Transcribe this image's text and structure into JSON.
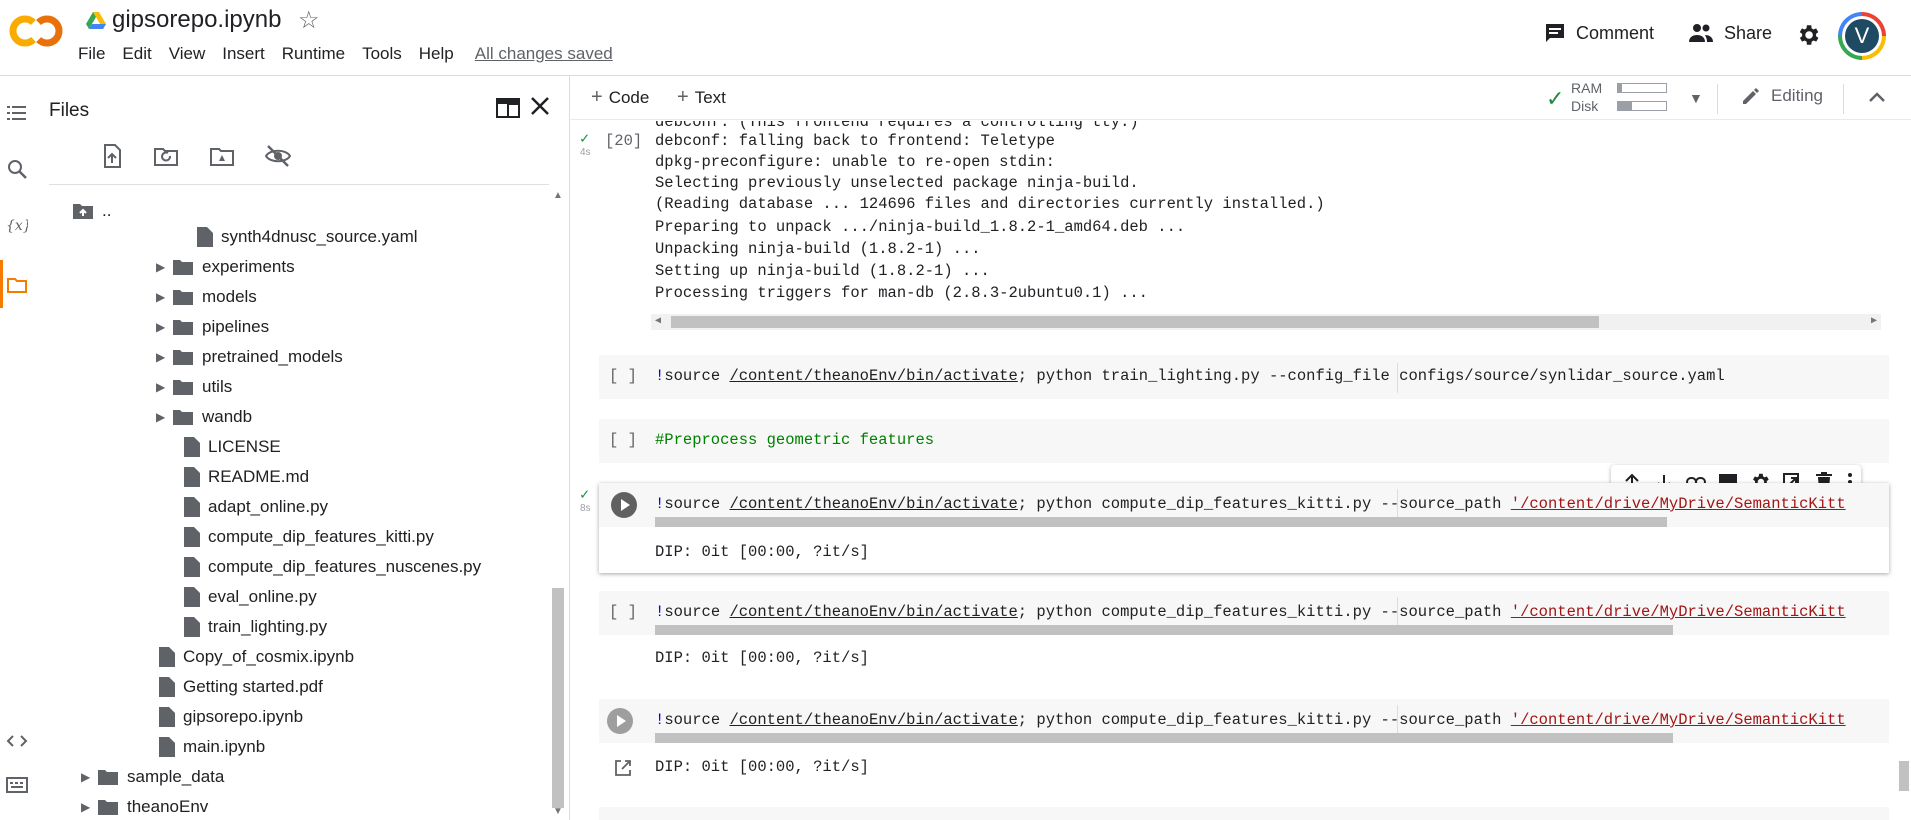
{
  "header": {
    "logo_text": "CO",
    "title": "gipsorepo.ipynb",
    "menu": [
      "File",
      "Edit",
      "View",
      "Insert",
      "Runtime",
      "Tools",
      "Help"
    ],
    "saved_status": "All changes saved",
    "comment_label": "Comment",
    "share_label": "Share",
    "avatar_letter": "V"
  },
  "files_panel": {
    "title": "Files",
    "parent_label": "..",
    "items": [
      {
        "name": "synth4dnusc_source.yaml",
        "type": "file",
        "depth": 3
      },
      {
        "name": "experiments",
        "type": "folder",
        "depth": 2
      },
      {
        "name": "models",
        "type": "folder",
        "depth": 2
      },
      {
        "name": "pipelines",
        "type": "folder",
        "depth": 2
      },
      {
        "name": "pretrained_models",
        "type": "folder",
        "depth": 2
      },
      {
        "name": "utils",
        "type": "folder",
        "depth": 2
      },
      {
        "name": "wandb",
        "type": "folder",
        "depth": 2
      },
      {
        "name": "LICENSE",
        "type": "file",
        "depth": 2
      },
      {
        "name": "README.md",
        "type": "file",
        "depth": 2
      },
      {
        "name": "adapt_online.py",
        "type": "file",
        "depth": 2
      },
      {
        "name": "compute_dip_features_kitti.py",
        "type": "file",
        "depth": 2
      },
      {
        "name": "compute_dip_features_nuscenes.py",
        "type": "file",
        "depth": 2
      },
      {
        "name": "eval_online.py",
        "type": "file",
        "depth": 2
      },
      {
        "name": "train_lighting.py",
        "type": "file",
        "depth": 2
      },
      {
        "name": "Copy_of_cosmix.ipynb",
        "type": "file",
        "depth": 1
      },
      {
        "name": "Getting started.pdf",
        "type": "file",
        "depth": 1
      },
      {
        "name": "gipsorepo.ipynb",
        "type": "file",
        "depth": 1
      },
      {
        "name": "main.ipynb",
        "type": "file",
        "depth": 1
      },
      {
        "name": "sample_data",
        "type": "folder",
        "depth": 0
      },
      {
        "name": "theanoEnv",
        "type": "folder",
        "depth": 0
      }
    ]
  },
  "toolbar": {
    "code_label": "Code",
    "text_label": "Text",
    "ram_label": "RAM",
    "disk_label": "Disk",
    "ram_usage": 0.08,
    "disk_usage": 0.3,
    "editing_label": "Editing"
  },
  "cells": {
    "output_cell": {
      "exec_count": "[20]",
      "duration": "4s",
      "lines": [
        "debconf: (This frontend requires a controlling tty.)",
        "debconf: falling back to frontend: Teletype",
        "dpkg-preconfigure: unable to re-open stdin:",
        "Selecting previously unselected package ninja-build.",
        "(Reading database ... 124696 files and directories currently installed.)",
        "Preparing to unpack .../ninja-build_1.8.2-1_amd64.deb ...",
        "Unpacking ninja-build (1.8.2-1) ...",
        "Setting up ninja-build (1.8.2-1) ...",
        "Processing triggers for man-db (2.8.3-2ubuntu0.1) ..."
      ]
    },
    "train_cell": {
      "exec_count": "[ ]",
      "excl": "!",
      "cmd": "source ",
      "path": "/content/theanoEnv/bin/activate",
      "rest": "; python train_lighting.py --config_file configs/source/synlidar_source.yaml"
    },
    "comment_cell": {
      "exec_count": "[ ]",
      "text": "#Preprocess geometric features"
    },
    "dip_cell_1": {
      "duration": "8s",
      "excl": "!",
      "cmd": "source ",
      "path": "/content/theanoEnv/bin/activate",
      "rest": "; python compute_dip_features_kitti.py --source_path ",
      "str": "'/content/drive/MyDrive/SemanticKitt",
      "output": "DIP: 0it [00:00, ?it/s]"
    },
    "dip_cell_2": {
      "exec_count": "[ ]",
      "excl": "!",
      "cmd": "source ",
      "path": "/content/theanoEnv/bin/activate",
      "rest": "; python compute_dip_features_kitti.py --source_path ",
      "str": "'/content/drive/MyDrive/SemanticKitt",
      "output": "DIP: 0it [00:00, ?it/s]"
    },
    "dip_cell_3": {
      "excl": "!",
      "cmd": "source ",
      "path": "/content/theanoEnv/bin/activate",
      "rest": "; python compute_dip_features_kitti.py --source_path ",
      "str": "'/content/drive/MyDrive/SemanticKitt",
      "output": "DIP: 0it [00:00, ?it/s]"
    }
  },
  "colors": {
    "accent_orange": "#f57c00",
    "check_green": "#1e8e3e",
    "string_red": "#a31515",
    "comment_green": "#008000"
  }
}
